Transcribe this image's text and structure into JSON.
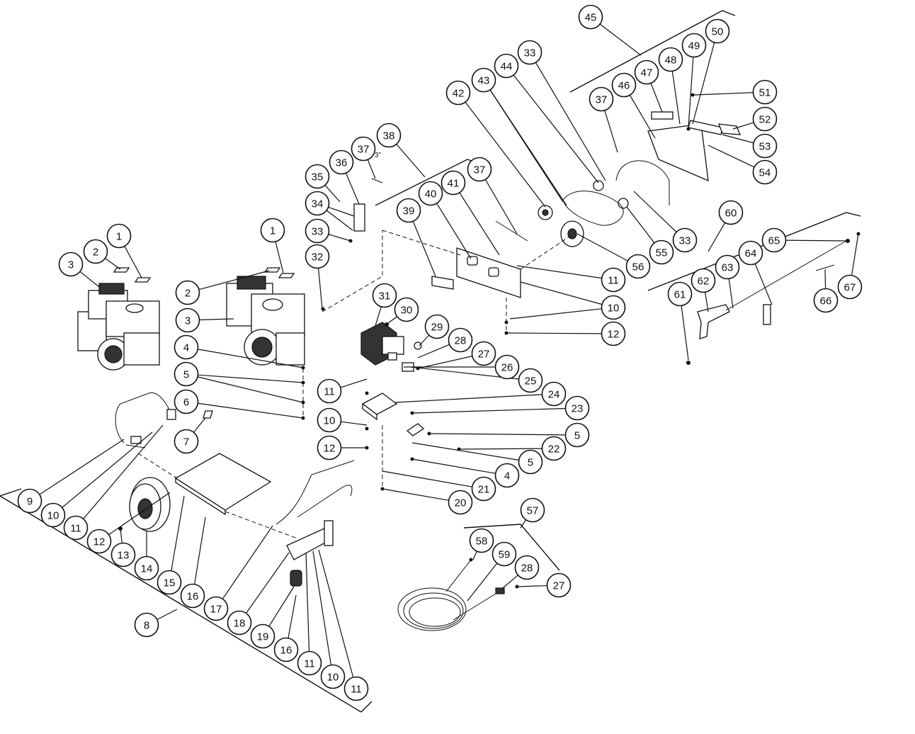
{
  "diagram": {
    "callouts": [
      {
        "id": "1",
        "label": "1"
      },
      {
        "id": "2",
        "label": "2"
      },
      {
        "id": "3",
        "label": "3"
      },
      {
        "id": "1b",
        "label": "1"
      },
      {
        "id": "2b",
        "label": "2"
      },
      {
        "id": "3b",
        "label": "3"
      },
      {
        "id": "4",
        "label": "4"
      },
      {
        "id": "5",
        "label": "5"
      },
      {
        "id": "6",
        "label": "6"
      },
      {
        "id": "7",
        "label": "7"
      },
      {
        "id": "8",
        "label": "8"
      },
      {
        "id": "9",
        "label": "9"
      },
      {
        "id": "10a",
        "label": "10"
      },
      {
        "id": "11a",
        "label": "11"
      },
      {
        "id": "12a",
        "label": "12"
      },
      {
        "id": "13",
        "label": "13"
      },
      {
        "id": "14",
        "label": "14"
      },
      {
        "id": "15",
        "label": "15"
      },
      {
        "id": "16a",
        "label": "16"
      },
      {
        "id": "17",
        "label": "17"
      },
      {
        "id": "18",
        "label": "18"
      },
      {
        "id": "19",
        "label": "19"
      },
      {
        "id": "16b",
        "label": "16"
      },
      {
        "id": "11b",
        "label": "11"
      },
      {
        "id": "10b",
        "label": "10"
      },
      {
        "id": "11c",
        "label": "11"
      },
      {
        "id": "20",
        "label": "20"
      },
      {
        "id": "21",
        "label": "21"
      },
      {
        "id": "4b",
        "label": "4"
      },
      {
        "id": "5b",
        "label": "5"
      },
      {
        "id": "22",
        "label": "22"
      },
      {
        "id": "5c",
        "label": "5"
      },
      {
        "id": "23",
        "label": "23"
      },
      {
        "id": "24",
        "label": "24"
      },
      {
        "id": "25",
        "label": "25"
      },
      {
        "id": "26",
        "label": "26"
      },
      {
        "id": "27a",
        "label": "27"
      },
      {
        "id": "28a",
        "label": "28"
      },
      {
        "id": "29",
        "label": "29"
      },
      {
        "id": "30",
        "label": "30"
      },
      {
        "id": "31",
        "label": "31"
      },
      {
        "id": "11d",
        "label": "11"
      },
      {
        "id": "10c",
        "label": "10"
      },
      {
        "id": "12b",
        "label": "12"
      },
      {
        "id": "32",
        "label": "32"
      },
      {
        "id": "33a",
        "label": "33"
      },
      {
        "id": "34",
        "label": "34"
      },
      {
        "id": "35",
        "label": "35"
      },
      {
        "id": "36",
        "label": "36"
      },
      {
        "id": "37a",
        "label": "37"
      },
      {
        "id": "38",
        "label": "38"
      },
      {
        "id": "39",
        "label": "39"
      },
      {
        "id": "40",
        "label": "40"
      },
      {
        "id": "41",
        "label": "41"
      },
      {
        "id": "37b",
        "label": "37"
      },
      {
        "id": "11e",
        "label": "11"
      },
      {
        "id": "10d",
        "label": "10"
      },
      {
        "id": "12c",
        "label": "12"
      },
      {
        "id": "42",
        "label": "42"
      },
      {
        "id": "43",
        "label": "43"
      },
      {
        "id": "44",
        "label": "44"
      },
      {
        "id": "33b",
        "label": "33"
      },
      {
        "id": "56",
        "label": "56"
      },
      {
        "id": "55",
        "label": "55"
      },
      {
        "id": "33c",
        "label": "33"
      },
      {
        "id": "45",
        "label": "45"
      },
      {
        "id": "37c",
        "label": "37"
      },
      {
        "id": "46",
        "label": "46"
      },
      {
        "id": "47",
        "label": "47"
      },
      {
        "id": "48",
        "label": "48"
      },
      {
        "id": "49",
        "label": "49"
      },
      {
        "id": "50",
        "label": "50"
      },
      {
        "id": "51",
        "label": "51"
      },
      {
        "id": "52",
        "label": "52"
      },
      {
        "id": "53",
        "label": "53"
      },
      {
        "id": "54",
        "label": "54"
      },
      {
        "id": "60",
        "label": "60"
      },
      {
        "id": "65",
        "label": "65"
      },
      {
        "id": "64",
        "label": "64"
      },
      {
        "id": "63",
        "label": "63"
      },
      {
        "id": "62",
        "label": "62"
      },
      {
        "id": "61",
        "label": "61"
      },
      {
        "id": "67",
        "label": "67"
      },
      {
        "id": "66",
        "label": "66"
      },
      {
        "id": "57",
        "label": "57"
      },
      {
        "id": "58",
        "label": "58"
      },
      {
        "id": "59",
        "label": "59"
      },
      {
        "id": "28b",
        "label": "28"
      },
      {
        "id": "27b",
        "label": "27"
      }
    ],
    "free_text": {
      "dimension_note": "3\""
    }
  }
}
